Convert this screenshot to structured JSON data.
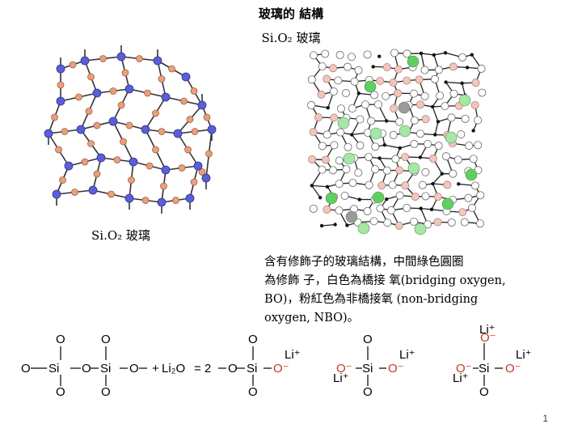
{
  "page": {
    "title": "玻璃的 結構",
    "label_top": "Si.O₂ 玻璃",
    "label_left": "Si.O₂ 玻璃",
    "caption_lines": [
      "含有修飾子的玻璃結構，中間綠色圓圈",
      "為修飾 子，白色為橋接 氧(bridging oxygen,",
      "BO)，粉紅色為非橋接氧 (non-bridging",
      "oxygen, NBO)。"
    ],
    "page_number": "1"
  },
  "equation": {
    "left_o_top": "O",
    "left_si": "Si",
    "left_o_bottom": "O",
    "left_o_bridge": "O",
    "plus": "+",
    "li2o": "Li₂O",
    "equals": "= 2",
    "o_neg": "O⁻",
    "li_plus": "Li⁺"
  },
  "colors": {
    "si_atom": "#5b5fd6",
    "o_atom": "#e8a07c",
    "bridging_oxygen": "#ffffff",
    "non_bridging_oxygen": "#f3c6bd",
    "modifier": "#6fd36f",
    "bond": "#333333"
  }
}
